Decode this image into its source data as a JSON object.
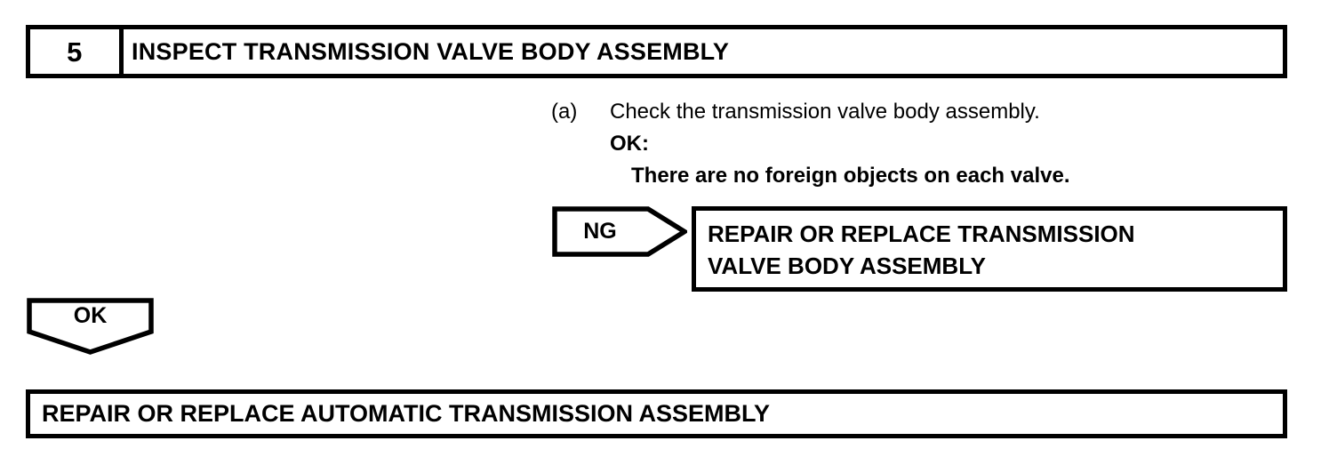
{
  "page": {
    "background_color": "#ffffff",
    "ink_color": "#000000"
  },
  "step_header": {
    "number": "5",
    "title": "INSPECT TRANSMISSION VALVE BODY ASSEMBLY"
  },
  "instruction": {
    "marker": "(a)",
    "text": "Check the transmission valve body assembly.",
    "ok_label": "OK:",
    "ok_detail": "There are no foreign objects on each valve."
  },
  "ng_branch": {
    "connector_label": "NG",
    "connector_shape": "pentagon-arrow-right",
    "result_line_1": "REPAIR OR REPLACE TRANSMISSION",
    "result_line_2": "VALVE BODY ASSEMBLY"
  },
  "ok_branch": {
    "connector_label": "OK",
    "connector_shape": "pentagon-arrow-down",
    "result_line_1": "REPAIR OR REPLACE AUTOMATIC TRANSMISSION ASSEMBLY"
  }
}
